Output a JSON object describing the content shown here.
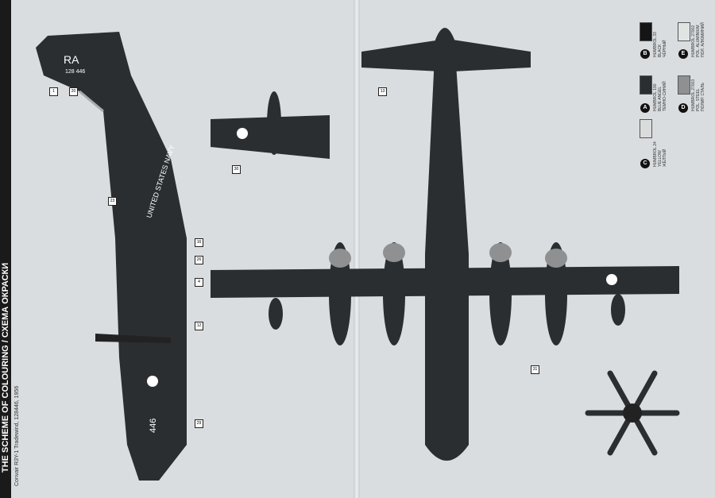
{
  "sheet": {
    "title": "THE SCHEME OF COLOURING / СХЕМА ОКРАСКИ",
    "subtitle": "Convair R3Y-1 Tradewind, 128446, 1956"
  },
  "aircraft": {
    "tail_code": "RA",
    "serial": "128 446",
    "navy_text": "UNITED STATES NAVY",
    "nose_number": "446"
  },
  "colors": [
    {
      "code": "A",
      "paint": "HUMBROL 190",
      "name_en": "BLUE ANGEL",
      "name_ru": "ТЕМНО-СИНИЙ",
      "hex": "#2b2e31"
    },
    {
      "code": "B",
      "paint": "HUMBROL 33",
      "name_en": "BLACK",
      "name_ru": "ЧЁРНЫЙ",
      "hex": "#151515"
    },
    {
      "code": "C",
      "paint": "HUMBROL 24",
      "name_en": "YELLOW",
      "name_ru": "ЖЁЛТЫЙ",
      "hex": "#dadcdc"
    },
    {
      "code": "D",
      "paint": "HUMBROL 27003",
      "name_en": "POL. STEEL",
      "name_ru": "ПОЛИР. СТАЛЬ",
      "hex": "#8e9092"
    },
    {
      "code": "E",
      "paint": "HUMBROL 27002",
      "name_en": "POL. ALUMINIUM",
      "name_ru": "ПОЛ. АЛЮМИНИЙ",
      "hex": "#e2e4e4"
    }
  ],
  "callouts": [
    "1",
    "4",
    "12",
    "13",
    "16",
    "20",
    "23",
    "26",
    "29",
    "30",
    "31"
  ]
}
